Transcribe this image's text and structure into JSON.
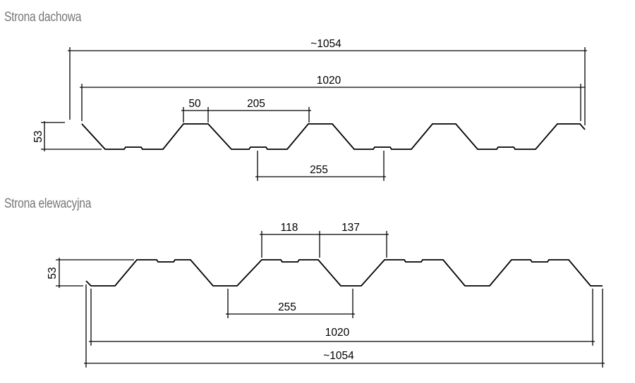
{
  "sections": {
    "roof": {
      "title": "Strona dachowa",
      "dims": {
        "overall": "~1054",
        "cover_width": "1020",
        "crest_top": "50",
        "crest_gap": "205",
        "pitch": "255",
        "height": "53"
      }
    },
    "facade": {
      "title": "Strona elewacyjna",
      "dims": {
        "rib_a": "118",
        "rib_b": "137",
        "pitch": "255",
        "cover_width": "1020",
        "overall": "~1054",
        "height": "53"
      }
    }
  },
  "colors": {
    "line": "#000000",
    "title": "#777777"
  }
}
